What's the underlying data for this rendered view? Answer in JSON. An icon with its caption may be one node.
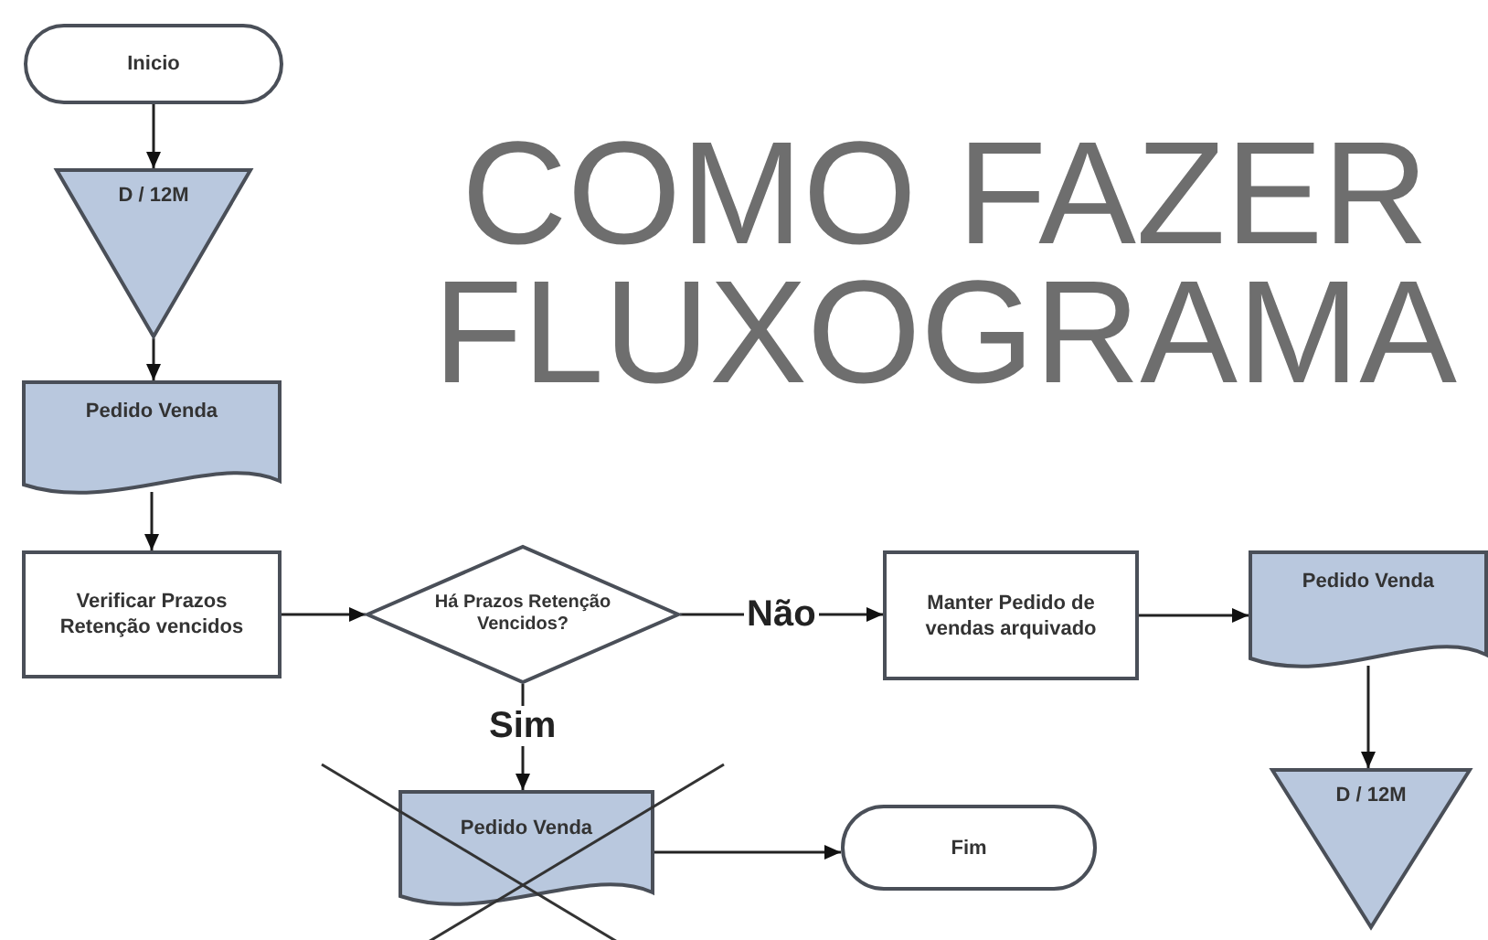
{
  "diagram": {
    "title": "COMO FAZER FLUXOGRAMA",
    "nodes": [
      {
        "text": [
          "Inicio"
        ]
      },
      {
        "text": [
          "D / 12M"
        ]
      },
      {
        "text": [
          "Pedido Venda"
        ]
      },
      {
        "text": [
          "Verificar Prazos Retenção vencidos"
        ]
      },
      {
        "text": [
          "Há Prazos Retenção Vencidos?"
        ]
      },
      {
        "text": [
          "Manter Pedido de vendas arquivado"
        ]
      },
      {
        "text": [
          "Pedido Venda"
        ]
      },
      {
        "text": [
          "D / 12M"
        ]
      },
      {
        "text": [
          "Pedido Venda"
        ]
      },
      {
        "text": [
          "Fim"
        ]
      }
    ],
    "edges": [
      {
        "from": 0,
        "to": 1,
        "arrow": "to"
      },
      {
        "from": 1,
        "to": 2,
        "arrow": "to"
      },
      {
        "from": 2,
        "to": 3,
        "arrow": "to"
      },
      {
        "from": 3,
        "to": 4,
        "arrow": "to"
      },
      {
        "from": 4,
        "to": 5,
        "arrow": "to",
        "label": "Não"
      },
      {
        "from": 5,
        "to": 6,
        "arrow": "to"
      },
      {
        "from": 6,
        "to": 7,
        "arrow": "to"
      },
      {
        "from": 4,
        "to": 8,
        "arrow": "to",
        "label": "Sim"
      },
      {
        "from": 8,
        "to": 9,
        "arrow": "to"
      }
    ]
  }
}
